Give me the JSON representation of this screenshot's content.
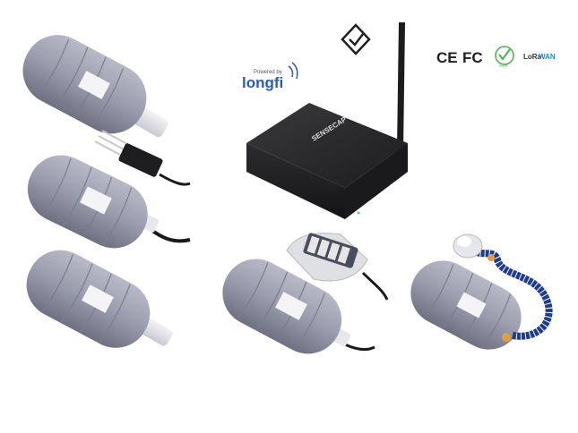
{
  "branding": {
    "powered_by": "Powered by",
    "longfi": "longfi",
    "gateway_brand": "SENSECAP",
    "lorawan_lora": "LoRa",
    "lorawan_wan": "WAN",
    "ce_mark": "CE",
    "fc_mark": "FC",
    "rohs_mark": "RoHS"
  },
  "colors": {
    "sensor_body": "#9a9cad",
    "sensor_dark": "#6f7183",
    "gateway": "#2a2a2c",
    "cable": "#1a1a1a",
    "gooseneck": "#1f3d8f",
    "gooseneck_joint": "#e0a040",
    "longfi_blue": "#2a5db0",
    "rohs_green": "#4caf50"
  },
  "icons": [
    "rcm-tick-icon",
    "ce-mark-icon",
    "fcc-mark-icon",
    "rohs-icon",
    "lorawan-logo-icon",
    "longfi-logo-icon"
  ]
}
